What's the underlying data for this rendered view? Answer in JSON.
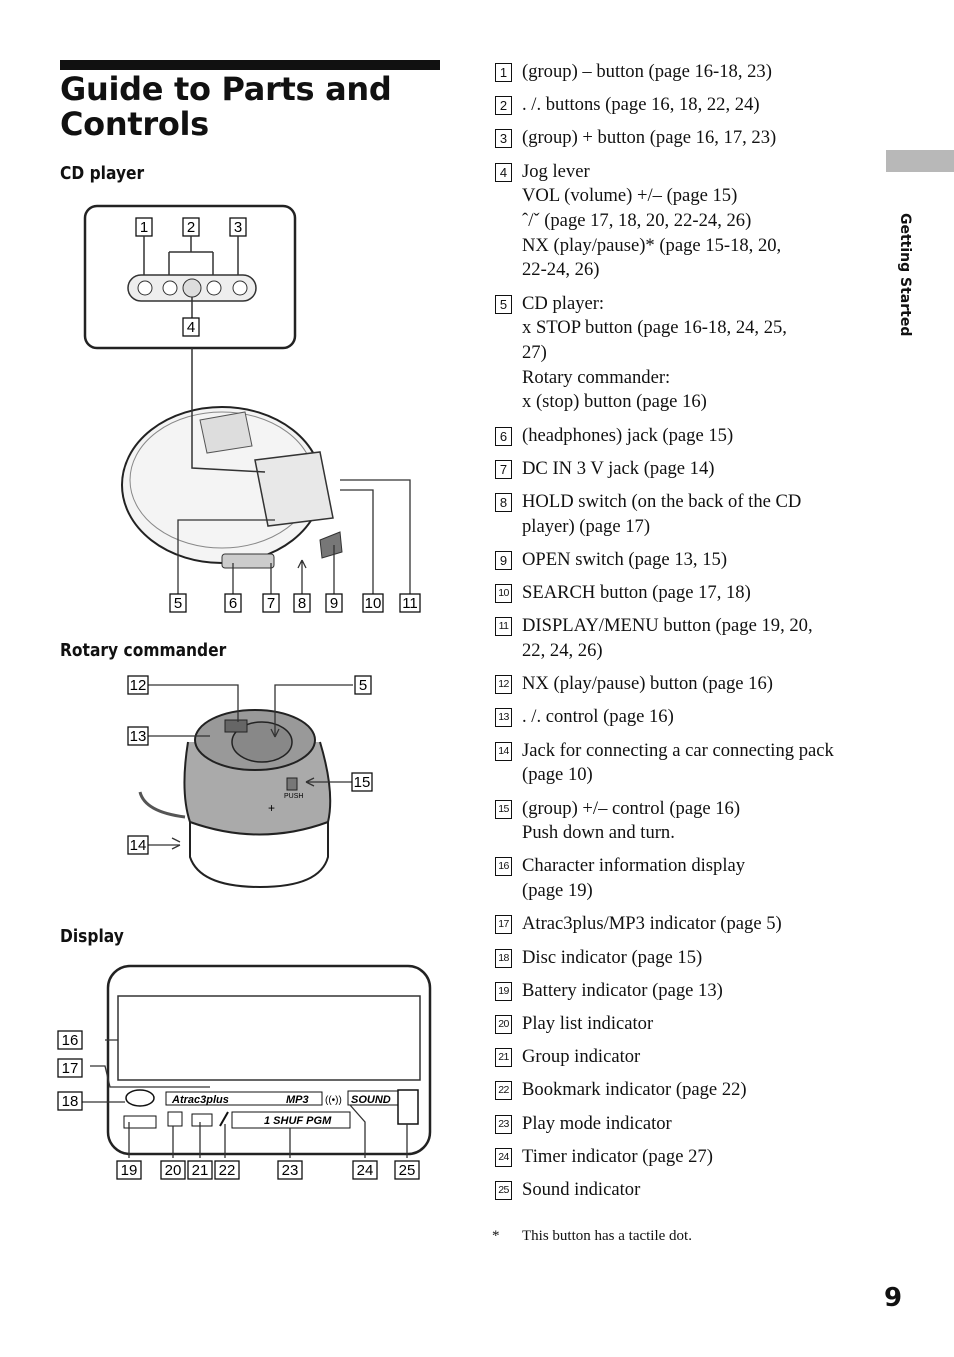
{
  "page_title": "Guide to Parts and Controls",
  "sections": {
    "cd_player": "CD player",
    "rotary_commander": "Rotary commander",
    "display": "Display"
  },
  "figure_numbers": {
    "cd": [
      "1",
      "2",
      "3",
      "4",
      "5",
      "6",
      "7",
      "8",
      "9",
      "10",
      "11"
    ],
    "rotary": [
      "12",
      "13",
      "14",
      "15",
      "5"
    ],
    "display": [
      "16",
      "17",
      "18",
      "19",
      "20",
      "21",
      "22",
      "23",
      "24",
      "25"
    ]
  },
  "display_labels": {
    "atrac": "Atrac3plus",
    "mp3": "MP3",
    "sound": "SOUND",
    "mode": "1 SHUF PGM",
    "push": "PUSH"
  },
  "items": [
    {
      "n": "1",
      "lines": [
        "(group) – button (page 16-18, 23)"
      ]
    },
    {
      "n": "2",
      "lines": [
        ".  /.  buttons (page 16, 18, 22, 24)"
      ]
    },
    {
      "n": "3",
      "lines": [
        "(group) + button (page 16, 17, 23)"
      ]
    },
    {
      "n": "4",
      "lines": [
        "Jog lever",
        "VOL (volume) +/– (page 15)",
        "ˆ/ˇ  (page 17, 18, 20, 22-24, 26)",
        "NX (play/pause)* (page 15-18, 20,",
        "22-24, 26)"
      ]
    },
    {
      "n": "5",
      "lines": [
        "CD player:",
        "x STOP button (page 16-18, 24, 25,",
        "27)",
        "Rotary commander:",
        "x (stop) button (page 16)"
      ]
    },
    {
      "n": "6",
      "lines": [
        "(headphones) jack (page 15)"
      ]
    },
    {
      "n": "7",
      "lines": [
        "DC IN 3 V jack (page 14)"
      ]
    },
    {
      "n": "8",
      "lines": [
        "HOLD switch (on the back of the CD",
        "player) (page 17)"
      ]
    },
    {
      "n": "9",
      "lines": [
        "OPEN switch (page 13, 15)"
      ]
    },
    {
      "n": "10",
      "lines": [
        "SEARCH button (page 17, 18)"
      ]
    },
    {
      "n": "11",
      "lines": [
        "DISPLAY/MENU button (page 19, 20,",
        "22, 24, 26)"
      ]
    },
    {
      "n": "12",
      "lines": [
        "NX (play/pause) button (page 16)"
      ]
    },
    {
      "n": "13",
      "lines": [
        ".  /.  control (page 16)"
      ]
    },
    {
      "n": "14",
      "lines": [
        "Jack for connecting a car connecting pack",
        "(page 10)"
      ]
    },
    {
      "n": "15",
      "lines": [
        "(group) +/– control (page 16)",
        "Push down and turn."
      ]
    },
    {
      "n": "16",
      "lines": [
        "Character information display",
        "(page 19)"
      ]
    },
    {
      "n": "17",
      "lines": [
        "Atrac3plus/MP3 indicator (page 5)"
      ]
    },
    {
      "n": "18",
      "lines": [
        "Disc indicator (page 15)"
      ]
    },
    {
      "n": "19",
      "lines": [
        "Battery indicator (page 13)"
      ]
    },
    {
      "n": "20",
      "lines": [
        "Play list indicator"
      ]
    },
    {
      "n": "21",
      "lines": [
        "Group indicator"
      ]
    },
    {
      "n": "22",
      "lines": [
        "Bookmark indicator (page 22)"
      ]
    },
    {
      "n": "23",
      "lines": [
        "Play mode indicator"
      ]
    },
    {
      "n": "24",
      "lines": [
        "Timer indicator (page 27)"
      ]
    },
    {
      "n": "25",
      "lines": [
        "Sound indicator"
      ]
    }
  ],
  "footnote": {
    "mark": "*",
    "text": "This button has a tactile dot."
  },
  "side_tab": "Getting Started",
  "page_number": "9"
}
